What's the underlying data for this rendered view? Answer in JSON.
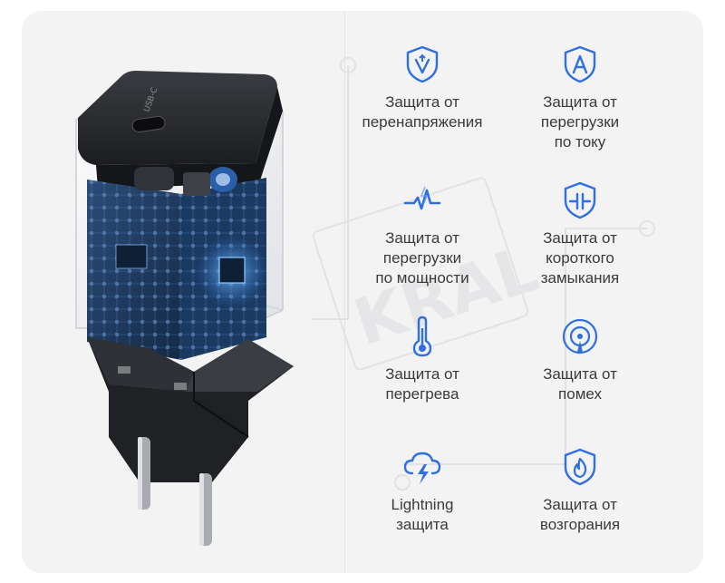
{
  "colors": {
    "accent": "#2f6fe0",
    "panel_bg": "#f3f3f4",
    "text": "#3a3a3c",
    "device_body": "#2a2c30",
    "pcb": "#1e3f67"
  },
  "product": {
    "port_label": "USB-C"
  },
  "watermark": {
    "text": "KRAL"
  },
  "features": [
    {
      "icon": "shield-voltage-icon",
      "label": "Защита от\nперенапряжения"
    },
    {
      "icon": "shield-current-icon",
      "label": "Защита от\nперегрузки\nпо току"
    },
    {
      "icon": "power-pulse-icon",
      "label": "Защита от\nперегрузки\nпо мощности"
    },
    {
      "icon": "shield-short-circuit-icon",
      "label": "Защита от\nкороткого\nзамыкания"
    },
    {
      "icon": "thermometer-icon",
      "label": "Защита от\nперегрева"
    },
    {
      "icon": "signal-interference-icon",
      "label": "Защита от\nпомех"
    },
    {
      "icon": "lightning-cloud-icon",
      "label": "Lightning\nзащита"
    },
    {
      "icon": "shield-fire-icon",
      "label": "Защита от\nвозгорания"
    }
  ]
}
